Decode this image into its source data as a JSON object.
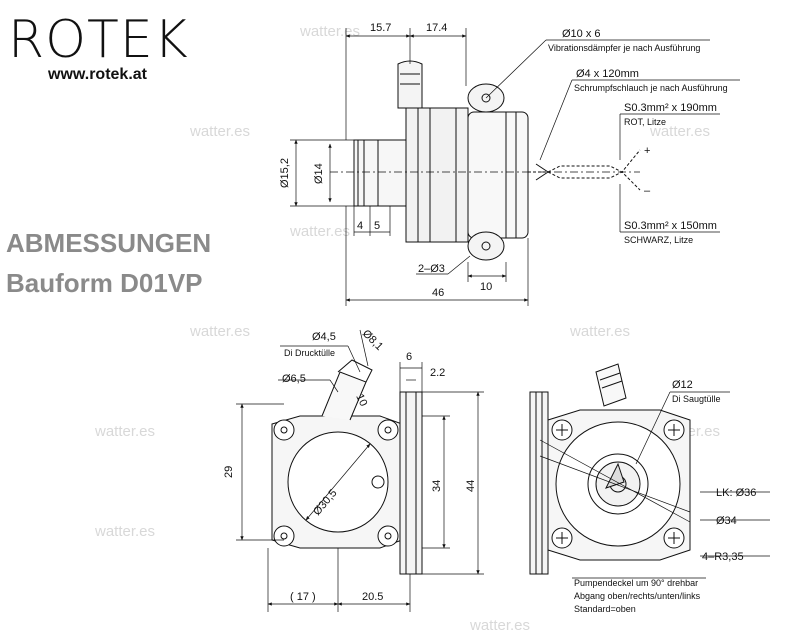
{
  "logo": {
    "brand": "ROTEK",
    "url": "www.rotek.at"
  },
  "heading": {
    "line1": "ABMESSUNGEN",
    "line2": "Bauform D01VP"
  },
  "watermark": "watter.es",
  "side_view": {
    "dim_top_left": "15.7",
    "dim_top_right": "17.4",
    "dim_d152": "Ø15,2",
    "dim_d14": "Ø14",
    "dim_4": "4",
    "dim_5": "5",
    "dim_2xd3": "2–Ø3",
    "dim_10": "10",
    "dim_46": "46",
    "damper_value": "Ø10 x 6",
    "damper_text": "Vibrationsdämpfer je nach Ausführung",
    "shrink_value": "Ø4 x 120mm",
    "shrink_text": "Schrumpfschlauch je nach Ausführung",
    "red_wire_value": "S0.3mm² x 190mm",
    "red_wire_text": "ROT, Litze",
    "black_wire_value": "S0.3mm² x 150mm",
    "black_wire_text": "SCHWARZ, Litze",
    "plus": "+",
    "minus": "–"
  },
  "front_view": {
    "d45": "Ø4,5",
    "d81": "Ø8,1",
    "outlet_label": "Di Drucktülle",
    "d65": "Ø6,5",
    "dim_10": "10",
    "dim_29": "29",
    "dim_d305": "Ø30,5",
    "dim_6": "6",
    "dim_22": "2.2",
    "dim_34": "34",
    "dim_44": "44",
    "dim_17": "( 17 )",
    "dim_205": "20.5"
  },
  "back_view": {
    "d12": "Ø12",
    "inlet_label": "Di Saugtülle",
    "lk": "LK: Ø36",
    "d34": "Ø34",
    "r335": "4–R3,35",
    "note1": "Pumpendeckel um 90° drehbar",
    "note2": "Abgang oben/rechts/unten/links",
    "note3": "Standard=oben"
  },
  "colors": {
    "line": "#111111",
    "heading_gray": "#8a8a8a",
    "watermark": "#d8d8d8"
  }
}
